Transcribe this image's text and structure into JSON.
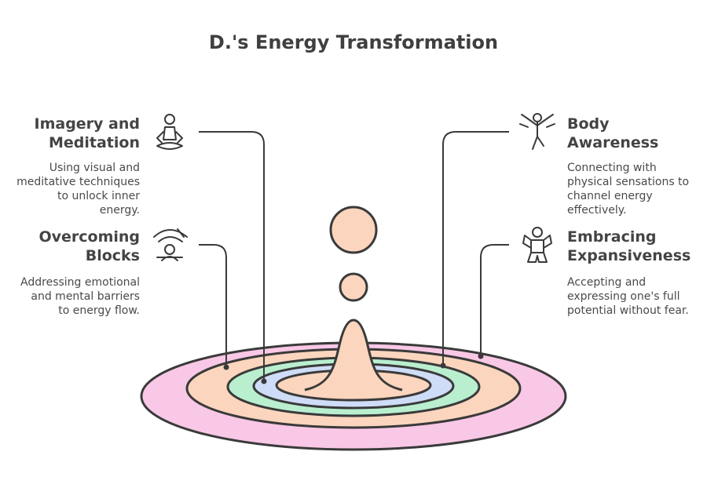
{
  "title": "D.'s Energy Transformation",
  "items": [
    {
      "heading_line1": "Imagery and",
      "heading_line2": "Meditation",
      "desc_lines": [
        "Using visual and",
        "meditative techniques",
        "to unlock inner",
        "energy."
      ],
      "icon": "meditation-icon"
    },
    {
      "heading_line1": "Overcoming",
      "heading_line2": "Blocks",
      "desc_lines": [
        "Addressing emotional",
        "and mental barriers",
        "to energy flow."
      ],
      "icon": "blocked-person-icon"
    },
    {
      "heading_line1": "Body",
      "heading_line2": "Awareness",
      "desc_lines": [
        "Connecting with",
        "physical sensations to",
        "channel energy",
        "effectively."
      ],
      "icon": "dancing-person-icon"
    },
    {
      "heading_line1": "Embracing",
      "heading_line2": "Expansiveness",
      "desc_lines": [
        "Accepting and",
        "expressing one's full",
        "potential without fear."
      ],
      "icon": "open-arms-person-icon"
    }
  ],
  "colors": {
    "outer_ring": "#f9c8e6",
    "mid_ring": "#fbd5bd",
    "inner_green": "#b9efcf",
    "inner_blue": "#cfdcf7",
    "drop": "#fbd5bd",
    "stroke": "#3a3a3a"
  }
}
